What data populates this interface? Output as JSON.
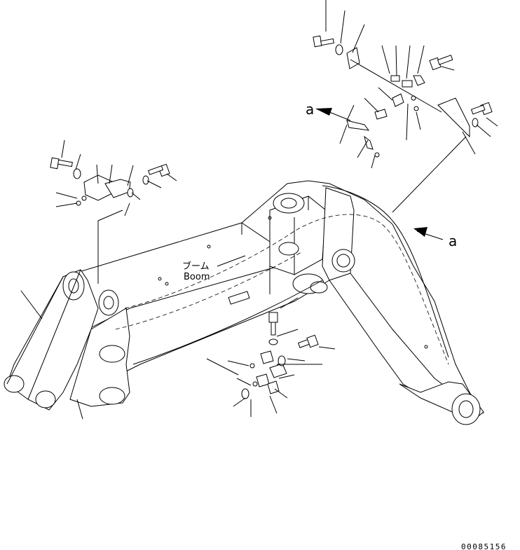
{
  "labels": {
    "boom_jp": "ブーム",
    "boom_en": "Boom",
    "arrow_top": "a",
    "arrow_right": "a",
    "bottom_stub": "",
    "drawing_number": "00085156"
  },
  "colors": {
    "line": "#000000",
    "background": "#ffffff"
  },
  "icons": {
    "arrow": "filled-arrowhead",
    "bolt": "hex-bolt",
    "washer": "round-washer",
    "clamp": "pipe-clamp"
  }
}
